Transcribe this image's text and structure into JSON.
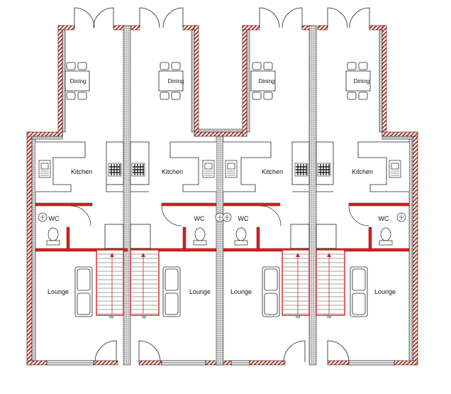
{
  "plan": {
    "units": [
      {
        "id": "unit-1",
        "rooms": {
          "dining": "Dining",
          "kitchen": "Kitchen",
          "wc": "WC",
          "lounge": "Lounge",
          "stair": "Up"
        }
      },
      {
        "id": "unit-2",
        "rooms": {
          "dining": "Dining",
          "kitchen": "Kitchen",
          "wc": "WC",
          "lounge": "Lounge",
          "stair": "Up"
        }
      },
      {
        "id": "unit-3",
        "rooms": {
          "dining": "Dining",
          "kitchen": "Kitchen",
          "wc": "WC",
          "lounge": "Lounge",
          "stair": "Up"
        }
      },
      {
        "id": "unit-4",
        "rooms": {
          "dining": "Dining",
          "kitchen": "Kitchen",
          "wc": "WC",
          "lounge": "Lounge",
          "stair": "Up"
        }
      }
    ],
    "colors": {
      "wall_hatch": "#c0392b",
      "party_wall": "#9a9a9a",
      "partition_red": "#d42020",
      "line": "#222222",
      "background": "#ffffff"
    }
  }
}
